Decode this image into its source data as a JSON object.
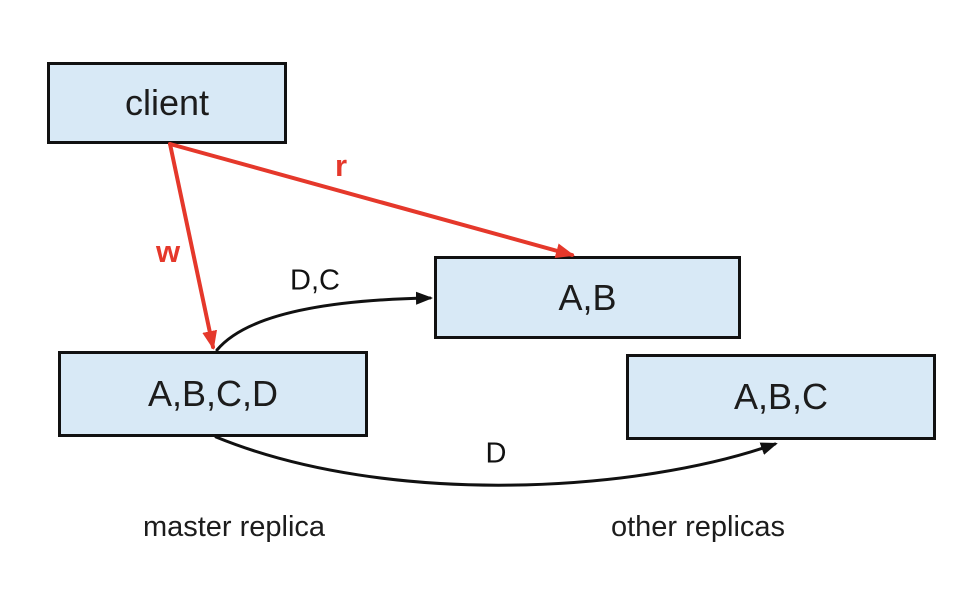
{
  "diagram": {
    "nodes": [
      {
        "id": "client",
        "label": "client"
      },
      {
        "id": "replica-ab",
        "label": "A,B"
      },
      {
        "id": "master-replica",
        "label": "A,B,C,D"
      },
      {
        "id": "replica-abc",
        "label": "A,B,C"
      }
    ],
    "edge_labels": {
      "write": "w",
      "read": "r",
      "propagate_dc": "D,C",
      "propagate_d": "D"
    },
    "captions": {
      "master": "master replica",
      "others": "other replicas"
    },
    "colors": {
      "node_fill": "#d8e9f6",
      "node_border": "#111111",
      "arrow_red": "#e5382b",
      "arrow_black": "#111111"
    }
  }
}
